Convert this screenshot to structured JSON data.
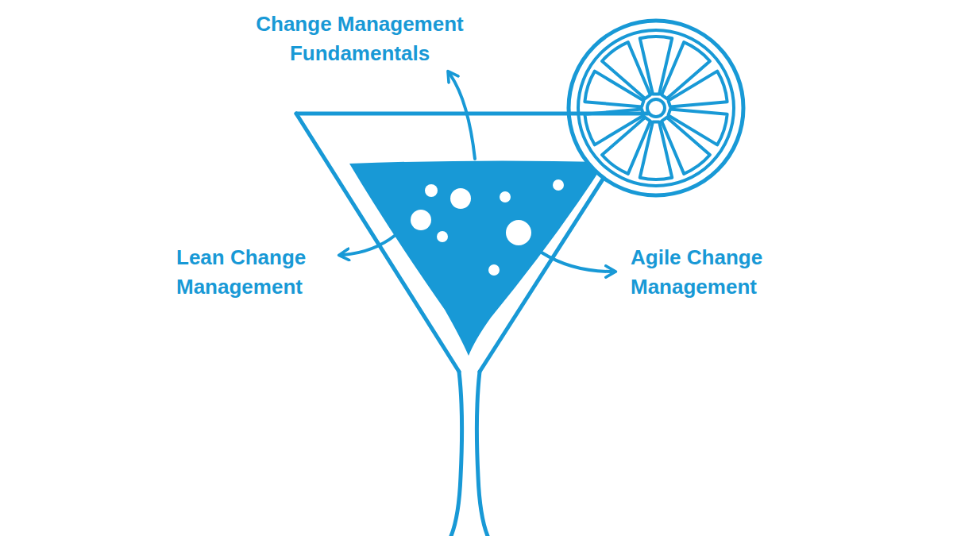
{
  "diagram": {
    "labels": [
      "Change Management Fundamentals",
      "Lean Change Management",
      "Agile Change Management"
    ]
  }
}
